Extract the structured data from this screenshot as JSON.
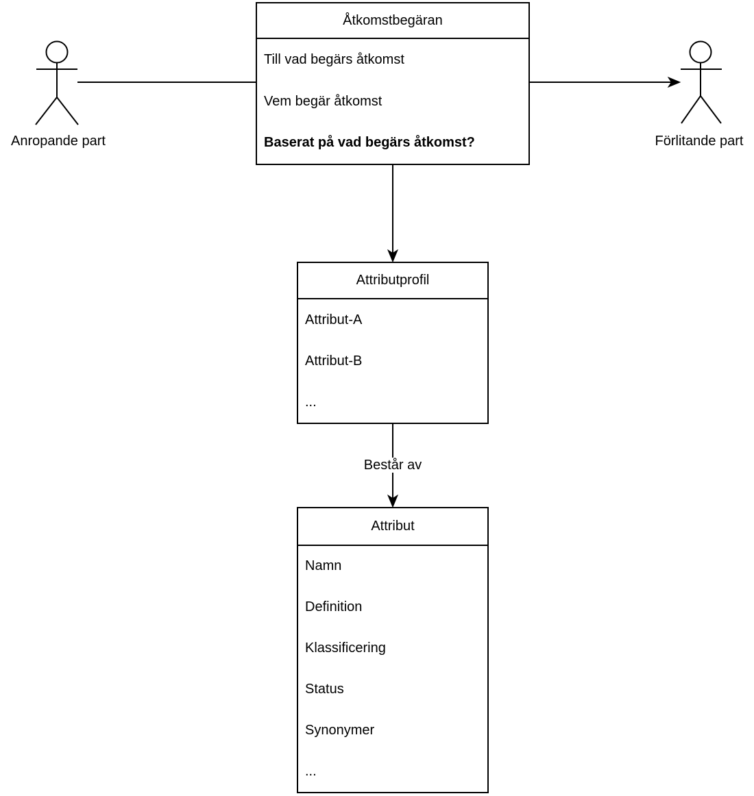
{
  "actors": {
    "left_label": "Anropande part",
    "right_label": "Förlitande part"
  },
  "boxes": {
    "access_request": {
      "title": "Åtkomstbegäran",
      "rows": [
        "Till vad begärs åtkomst",
        "Vem begär åtkomst",
        "Baserat på vad begärs åtkomst?"
      ]
    },
    "attribute_profile": {
      "title": "Attributprofil",
      "rows": [
        "Attribut-A",
        "Attribut-B",
        "..."
      ]
    },
    "attribute": {
      "title": "Attribut",
      "rows": [
        "Namn",
        "Definition",
        "Klassificering",
        "Status",
        "Synonymer",
        "..."
      ]
    }
  },
  "edges": {
    "consists_of": "Består av"
  },
  "colors": {
    "stroke": "#000000",
    "background": "#ffffff"
  }
}
